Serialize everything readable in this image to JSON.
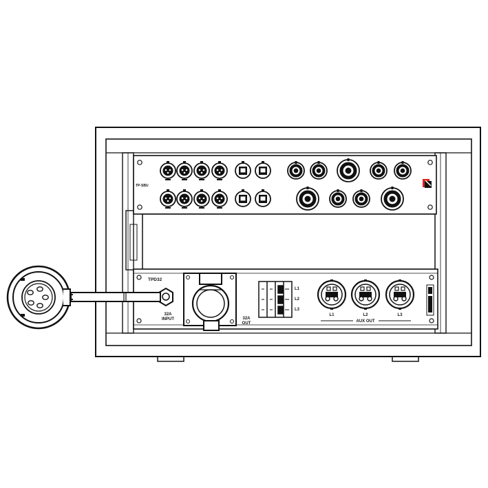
{
  "colors": {
    "line": "#111111",
    "background": "#ffffff",
    "accent_red": "#e0201b"
  },
  "upper_panel": {
    "model_label": "TP-SBU"
  },
  "lower_panel": {
    "model_label": "TPD32",
    "input_label_line1": "32A",
    "input_label_line2": "INPUT",
    "output_label_line1": "32A",
    "output_label_line2": "OUT",
    "breaker_labels": [
      "L1",
      "L2",
      "L3"
    ],
    "aux_labels": [
      "L1",
      "L2",
      "L3"
    ],
    "aux_out_label": "AUX OUT"
  },
  "icons": {
    "plug": "round-industrial-plug-icon",
    "cee_socket": "cee-32a-socket-icon",
    "xlr": "xlr-connector-icon",
    "ethercon": "ethercon-connector-icon",
    "speakon": "speakon-connector-icon",
    "schuko": "schuko-socket-icon",
    "breaker": "circuit-breaker-icon",
    "gland": "cable-gland-icon",
    "logo": "brand-logo-icon"
  }
}
